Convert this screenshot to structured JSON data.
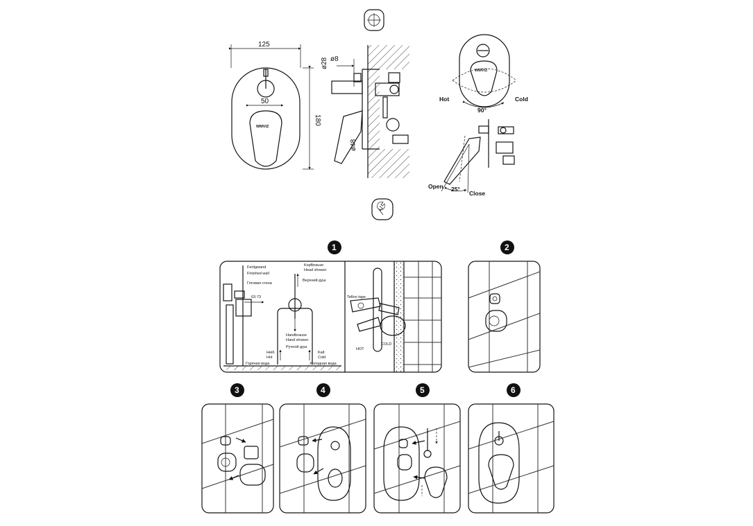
{
  "technical_drawing": {
    "dim_width": "125",
    "dim_handle": "50",
    "dim_height": "180",
    "dim_pipe": "ø8",
    "dim_depth_top": "ø28",
    "dim_depth_bottom": "ø48",
    "brand_mark": "WMVIZ",
    "hot_label": "Hot",
    "cold_label": "Cold",
    "rotation_angle": "90°",
    "open_label": "Open",
    "close_label": "Close",
    "lever_angle": "25°"
  },
  "steps": [
    {
      "number": "1"
    },
    {
      "number": "2"
    },
    {
      "number": "3"
    },
    {
      "number": "4"
    },
    {
      "number": "5"
    },
    {
      "number": "6"
    }
  ],
  "step1": {
    "wall_de": "Fertigwand",
    "wall_en": "Finished wall",
    "wall_ru": "Готовая стена",
    "range": "63-73",
    "head_de": "Kopfbrause",
    "head_en": "Head shower",
    "head_ru": "Верхний душ",
    "hand_de": "Handbrause",
    "hand_en": "Hand shower",
    "hand_ru": "Ручной душ",
    "hot_de": "Heiß",
    "hot_en": "Hot",
    "hot_ru": "Горячая вода",
    "cold_de": "Kalt",
    "cold_en": "Cold",
    "cold_ru": "Холодная вода",
    "teflon": "Teflon tape",
    "hot_short": "HOT",
    "cold_short": "COLD"
  }
}
